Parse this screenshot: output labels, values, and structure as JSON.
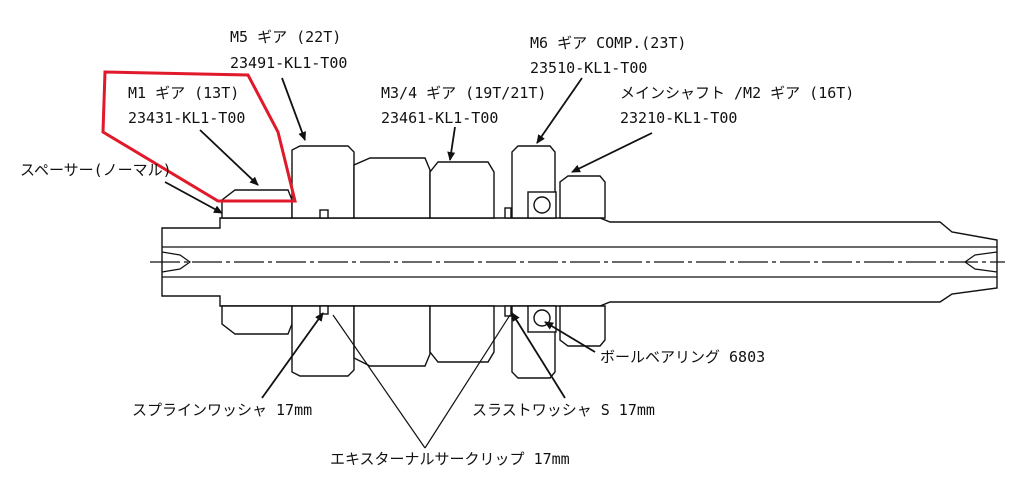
{
  "labels": {
    "m5_name": "M5 ギア (22T)",
    "m5_part": "23491-KL1-T00",
    "m1_name": "M1 ギア (13T)",
    "m1_part": "23431-KL1-T00",
    "m34_name": "M3/4 ギア (19T/21T)",
    "m34_part": "23461-KL1-T00",
    "m6_name": "M6 ギア COMP.(23T)",
    "m6_part": "23510-KL1-T00",
    "m2_name": "メインシャフト /M2 ギア (16T)",
    "m2_part": "23210-KL1-T00",
    "spacer": "スペーサー(ノーマル)",
    "bearing": "ボールベアリング 6803",
    "spline_washer": "スプラインワッシャ 17mm",
    "thrust_washer": "スラストワッシャ S 17mm",
    "circlip": "エキスターナルサークリップ 17mm"
  },
  "highlight": {
    "target": "M1 ギア (13T)",
    "color": "#e0192b"
  }
}
